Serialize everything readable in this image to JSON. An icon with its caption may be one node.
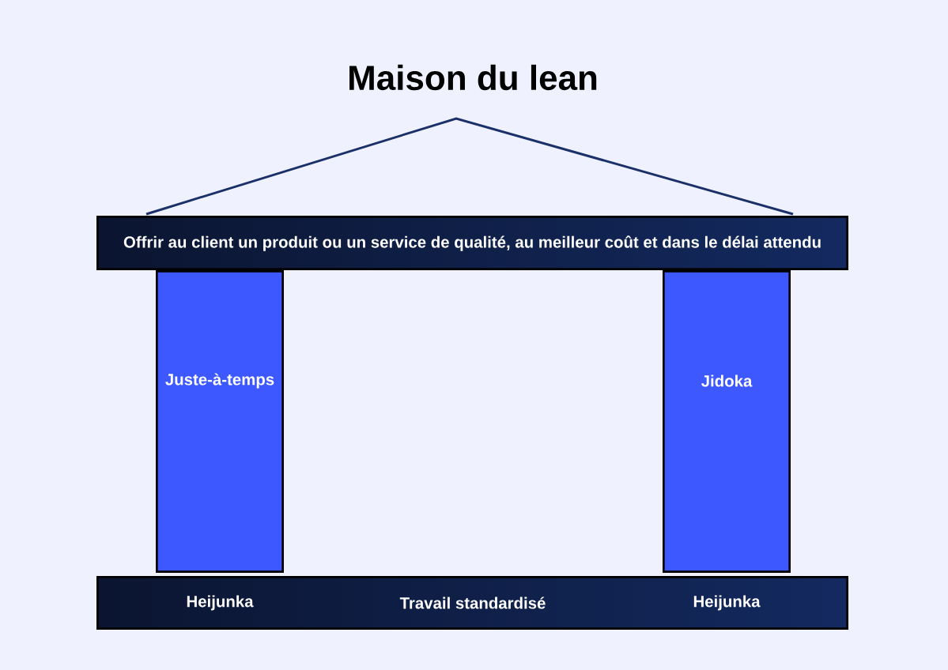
{
  "diagram": {
    "title": "Maison du lean",
    "nodes": [
      {
        "text": [
          "Offrir au client un produit ou un service de qualité, au meilleur coût et dans le délai attendu"
        ]
      },
      {
        "text": [
          "Juste-à-temps"
        ]
      },
      {
        "text": [
          "Jidoka"
        ]
      },
      {
        "text": [
          "Heijunka",
          "Travail standardisé",
          "Heijunka"
        ]
      }
    ]
  }
}
